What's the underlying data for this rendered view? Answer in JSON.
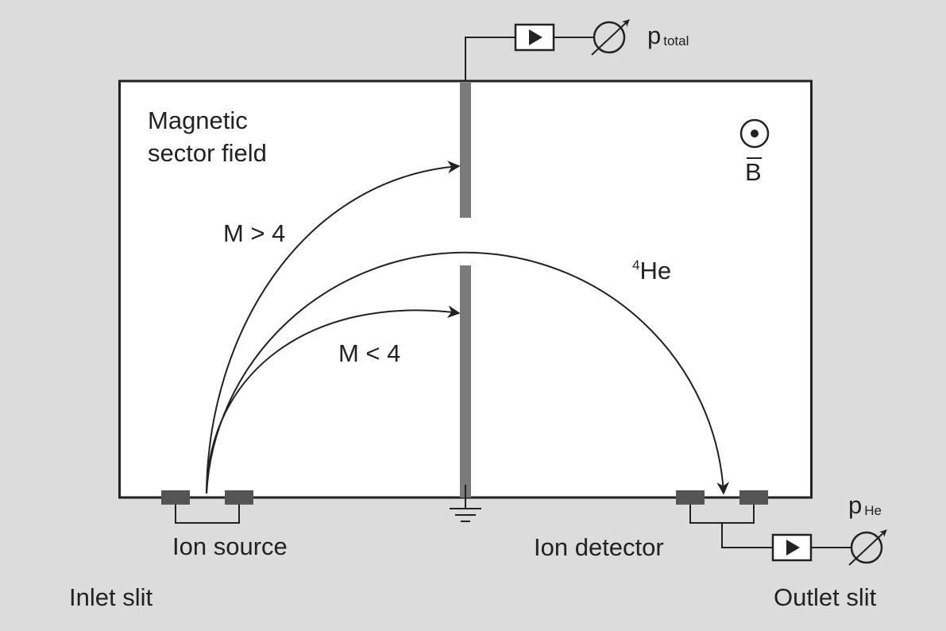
{
  "labels": {
    "magnetic_line1": "Magnetic",
    "magnetic_line2": "sector field",
    "m_gt_4": "M > 4",
    "m_lt_4": "M < 4",
    "he_sup": "4",
    "he_main": "He",
    "b_field": "B",
    "p_total_main": "p",
    "p_total_sub": "total",
    "p_he_main": "p",
    "p_he_sub": "He",
    "ion_source": "Ion source",
    "ion_detector": "Ion detector",
    "inlet_slit": "Inlet slit",
    "outlet_slit": "Outlet slit"
  },
  "icons": {
    "amplifier": "amplifier-icon",
    "meter": "meter-icon",
    "ground": "ground-icon",
    "b_field_out": "b-field-out-of-page-icon"
  },
  "colors": {
    "background": "#dcdcdd",
    "chamber": "#ffffff",
    "line": "#222222",
    "baffle": "#7a7a7a",
    "slit_block": "#555555"
  }
}
